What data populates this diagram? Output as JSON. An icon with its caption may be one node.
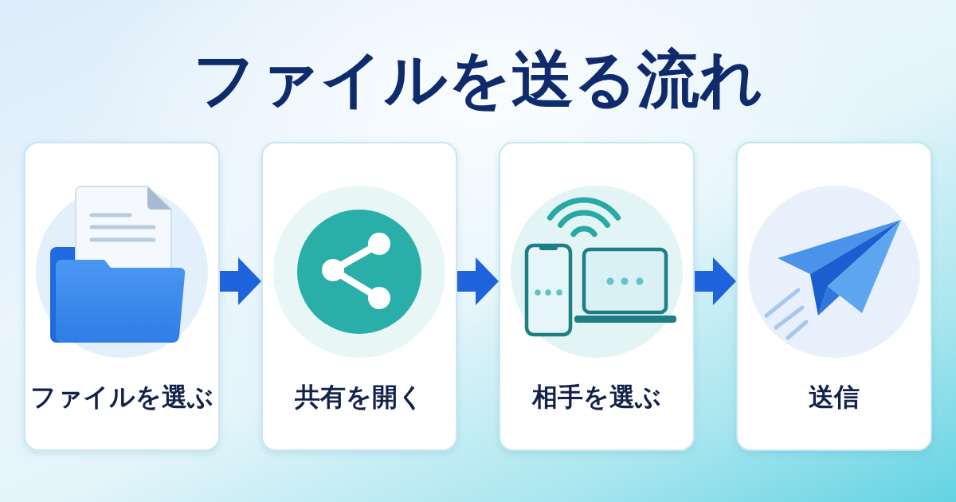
{
  "diagram": {
    "title": "ファイルを送る流れ",
    "nodes": [
      {
        "text": [
          "ファイルを選ぶ"
        ]
      },
      {
        "text": [
          "共有を開く"
        ]
      },
      {
        "text": [
          "相手を選ぶ"
        ]
      },
      {
        "text": [
          "送信"
        ]
      }
    ],
    "edges": [
      {
        "from": 0,
        "to": 1,
        "arrow": "to"
      },
      {
        "from": 1,
        "to": 2,
        "arrow": "to"
      },
      {
        "from": 2,
        "to": 3,
        "arrow": "to"
      }
    ]
  }
}
